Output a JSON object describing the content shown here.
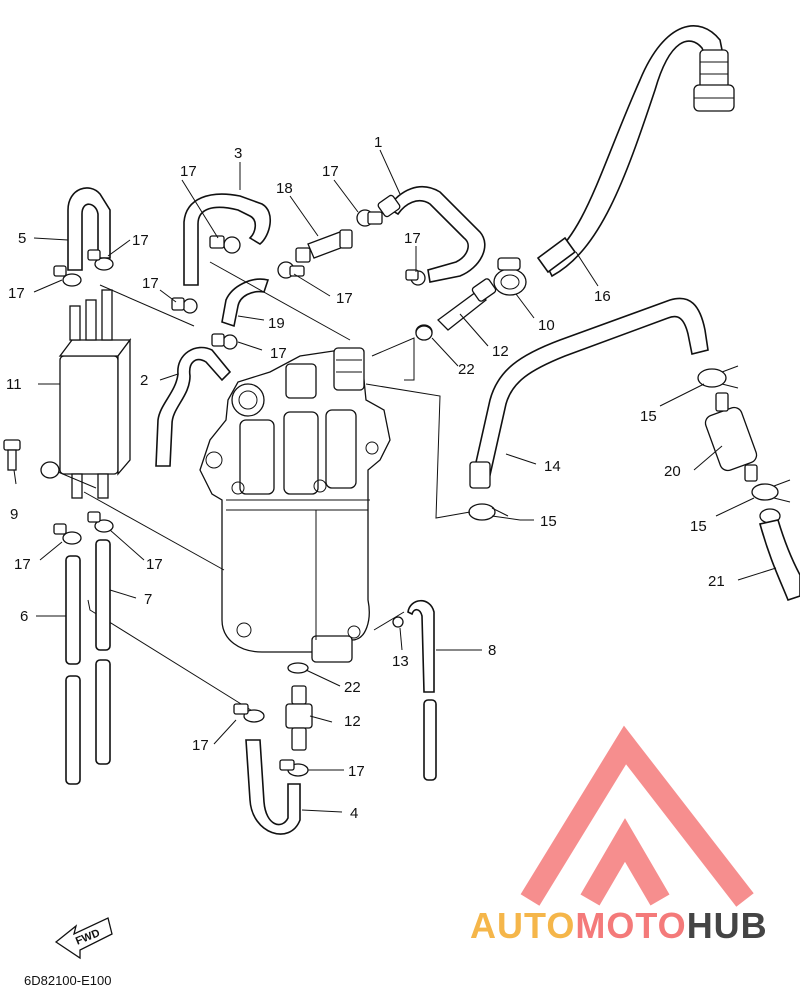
{
  "diagram_code": "6D82100-E100",
  "direction_label": "FWD",
  "watermark": {
    "part1": "AUTO",
    "part2": "MOTO",
    "part3": "HUB",
    "color_auto": "#f5b64a",
    "color_moto": "#f47a7a",
    "color_hub": "#444444"
  },
  "callouts": [
    "1",
    "2",
    "3",
    "4",
    "5",
    "6",
    "7",
    "8",
    "9",
    "10",
    "11",
    "12",
    "12",
    "13",
    "14",
    "15",
    "15",
    "15",
    "16",
    "17",
    "17",
    "17",
    "17",
    "17",
    "17",
    "17",
    "17",
    "17",
    "17",
    "17",
    "18",
    "19",
    "20",
    "21",
    "22",
    "22"
  ],
  "labels": {
    "l1": "1",
    "l2": "2",
    "l3": "3",
    "l4": "4",
    "l5": "5",
    "l6": "6",
    "l7": "7",
    "l8": "8",
    "l9": "9",
    "l10": "10",
    "l11": "11",
    "l12a": "12",
    "l12b": "12",
    "l13": "13",
    "l14": "14",
    "l15a": "15",
    "l15b": "15",
    "l15c": "15",
    "l16": "16",
    "l17a": "17",
    "l17b": "17",
    "l17c": "17",
    "l17d": "17",
    "l17e": "17",
    "l17f": "17",
    "l17g": "17",
    "l17h": "17",
    "l17i": "17",
    "l17j": "17",
    "l17k": "17",
    "l18": "18",
    "l19": "19",
    "l20": "20",
    "l21": "21",
    "l22a": "22",
    "l22b": "22"
  }
}
